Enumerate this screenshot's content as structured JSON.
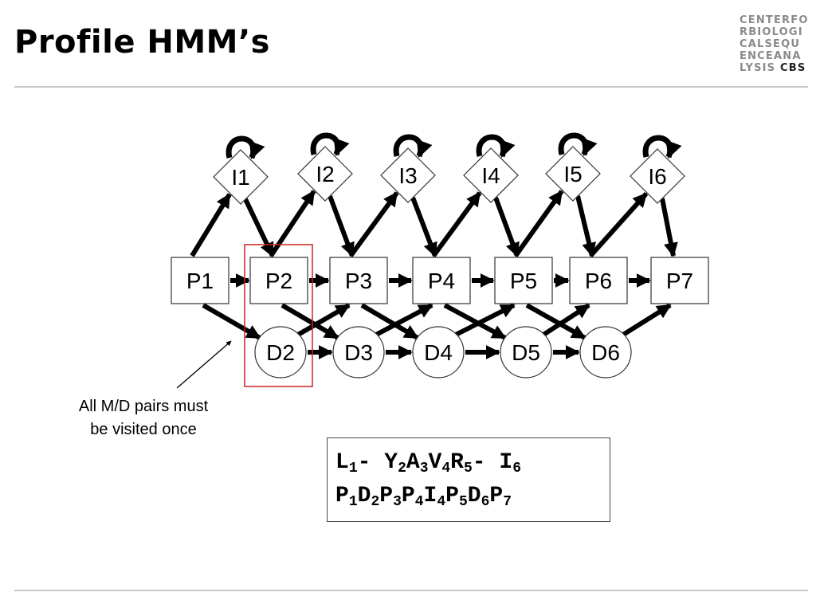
{
  "slide": {
    "title": "Profile HMM’s",
    "logo_lines": [
      "CENTERFO",
      "RBIOLOGI",
      "CALSEQU",
      "ENCEANA",
      "LYSIS"
    ],
    "logo_mark": "CBS"
  },
  "diagram": {
    "insert_states": [
      "I1",
      "I2",
      "I3",
      "I4",
      "I5",
      "I6"
    ],
    "match_states": [
      "P1",
      "P2",
      "P3",
      "P4",
      "P5",
      "P6",
      "P7"
    ],
    "delete_states": [
      "D2",
      "D3",
      "D4",
      "D5",
      "D6"
    ],
    "highlighted_pair": "P2/D2",
    "highlight_color": "#cc2222"
  },
  "callout": {
    "lines": [
      "All M/D pairs must",
      "be visited once"
    ]
  },
  "sequences": [
    [
      {
        "c": "L",
        "s": "1"
      },
      {
        "c": "-",
        "s": ""
      },
      {
        "c": " ",
        "s": ""
      },
      {
        "c": "Y",
        "s": "2"
      },
      {
        "c": "A",
        "s": "3"
      },
      {
        "c": "V",
        "s": "4"
      },
      {
        "c": "R",
        "s": "5"
      },
      {
        "c": "-",
        "s": ""
      },
      {
        "c": " ",
        "s": ""
      },
      {
        "c": "I",
        "s": "6"
      }
    ],
    [
      {
        "c": "P",
        "s": "1"
      },
      {
        "c": "D",
        "s": "2"
      },
      {
        "c": "P",
        "s": "3"
      },
      {
        "c": "P",
        "s": "4"
      },
      {
        "c": "I",
        "s": "4"
      },
      {
        "c": "P",
        "s": "5"
      },
      {
        "c": "D",
        "s": "6"
      },
      {
        "c": "P",
        "s": "7"
      }
    ]
  ]
}
